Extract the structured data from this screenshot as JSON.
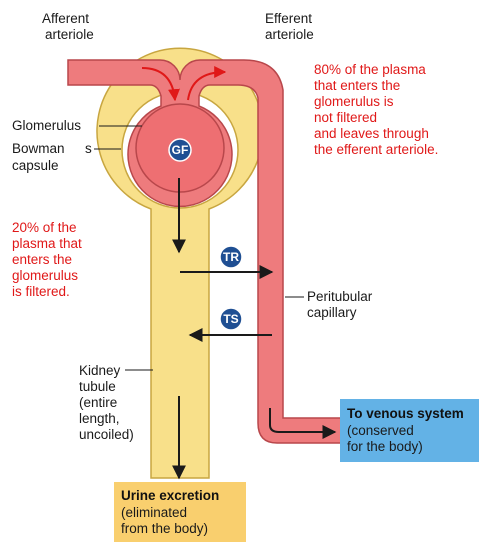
{
  "labels": {
    "afferent": [
      "Afferent",
      "arteriole"
    ],
    "efferent": [
      "Efferent",
      "arteriole"
    ],
    "glomerulus": "Glomerulus",
    "bowman": [
      "Bowman",
      "s",
      "capsule"
    ],
    "peritubular": [
      "Peritubular",
      "capillary"
    ],
    "tubule": [
      "Kidney",
      "tubule",
      "(entire",
      "length,",
      "uncoiled)"
    ]
  },
  "notes": {
    "unfiltered": [
      "80% of the plasma",
      "that enters the",
      "glomerulus is",
      "not filtered",
      "and leaves through",
      "the efferent arteriole."
    ],
    "filtered": [
      "20% of the",
      "plasma that",
      "enters the",
      "glomerulus",
      "is filtered."
    ]
  },
  "badges": {
    "gf": "GF",
    "tr": "TR",
    "ts": "TS"
  },
  "boxes": {
    "venous": {
      "title": "To venous system",
      "body": [
        "(conserved",
        "for the body)"
      ]
    },
    "urine": {
      "title": "Urine excretion",
      "body": [
        "(eliminated",
        "from the body)"
      ]
    }
  },
  "colors": {
    "vessel": "#ee7b7d",
    "vessel_stroke": "#b8474b",
    "tubule": "#f8e08a",
    "tubule_stroke": "#c8a640",
    "venous_box": "#63b2e6",
    "urine_box": "#f9cf6e",
    "badge": "#1f4f93",
    "note_text": "#e01818"
  }
}
